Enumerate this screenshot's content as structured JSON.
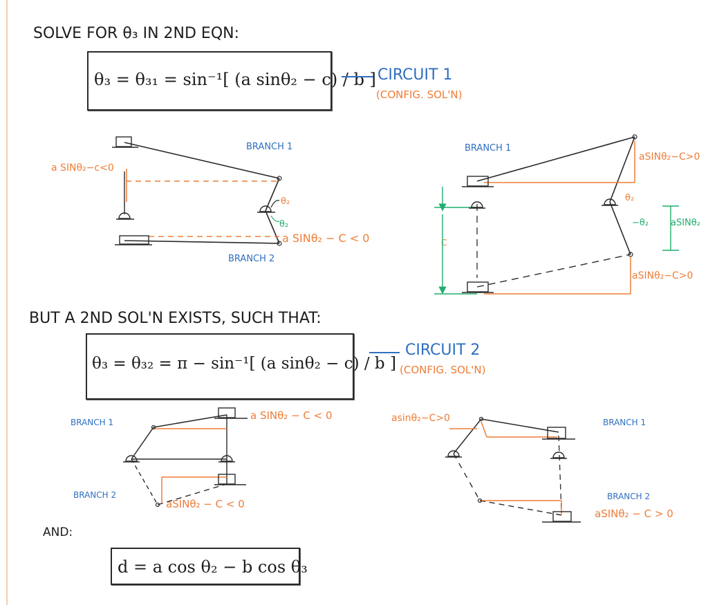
{
  "headings": {
    "solve": "SOLVE FOR θ₃ IN 2ND EQN:",
    "but": "BUT A 2ND SOL'N EXISTS, SUCH THAT:",
    "and": "AND:"
  },
  "equations": {
    "eq1": "θ₃ = θ₃₁ = sin⁻¹[ (a sinθ₂ − c) / b ]",
    "eq2": "θ₃ = θ₃₂ = π − sin⁻¹[ (a sinθ₂ − c) / b ]",
    "eq3": "d = a cos θ₂ − b cos θ₃"
  },
  "circuits": {
    "c1": {
      "label": "CIRCUIT 1",
      "note": "(CONFIG. SOL'N)"
    },
    "c2": {
      "label": "CIRCUIT 2",
      "note": "(CONFIG. SOL'N)"
    }
  },
  "diagram1": {
    "branch_top": "BRANCH 1",
    "branch_bottom": "BRANCH 2",
    "cond_left": "a SINθ₂−c<0",
    "cond_right": "a SINθ₂ − C < 0",
    "theta_top": "θ₂",
    "theta_bottom": "θ₂"
  },
  "diagram2": {
    "branch_top": "BRANCH 1",
    "cond_top": "aSINθ₂−C>0",
    "cond_bottom": "aSINθ₂−C>0",
    "side_label": "aSINθ₂",
    "c_label": "C",
    "theta_top": "θ₂",
    "theta_bottom": "−θ₂"
  },
  "diagram3": {
    "branch_top": "BRANCH 1",
    "branch_bottom": "BRANCH 2",
    "cond_top": "a SINθ₂ − C < 0",
    "cond_bottom": "aSINθ₂ − C < 0"
  },
  "diagram4": {
    "branch_top": "BRANCH 1",
    "branch_bottom": "BRANCH 2",
    "cond_top": "asinθ₂−C>0",
    "cond_bottom": "aSINθ₂ − C > 0"
  },
  "colors": {
    "ink": "#1c1c1c",
    "blue": "#2f6fc0",
    "orange": "#ee7d37",
    "green": "#1fae6c"
  }
}
